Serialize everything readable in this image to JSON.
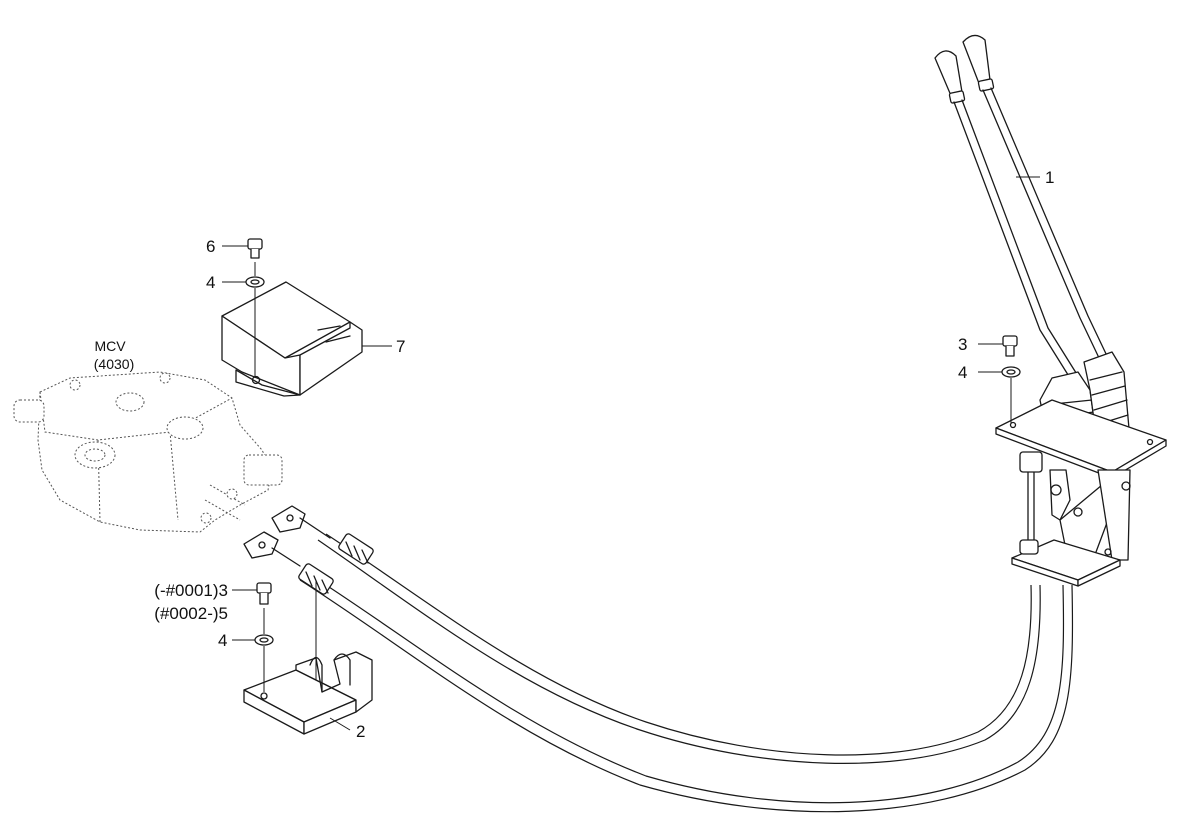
{
  "diagram": {
    "mcv": {
      "name": "MCV",
      "code": "(4030)"
    },
    "callouts": {
      "lever": "1",
      "bracket": "2",
      "bolt_lever": "3",
      "washer_lever": "4",
      "washer_cover": "4",
      "washer_bracket": "4",
      "bolt_cover": "6",
      "cover": "7",
      "bolt_bracket_a": "(-#0001)3",
      "bolt_bracket_b": "(#0002-)5"
    }
  }
}
